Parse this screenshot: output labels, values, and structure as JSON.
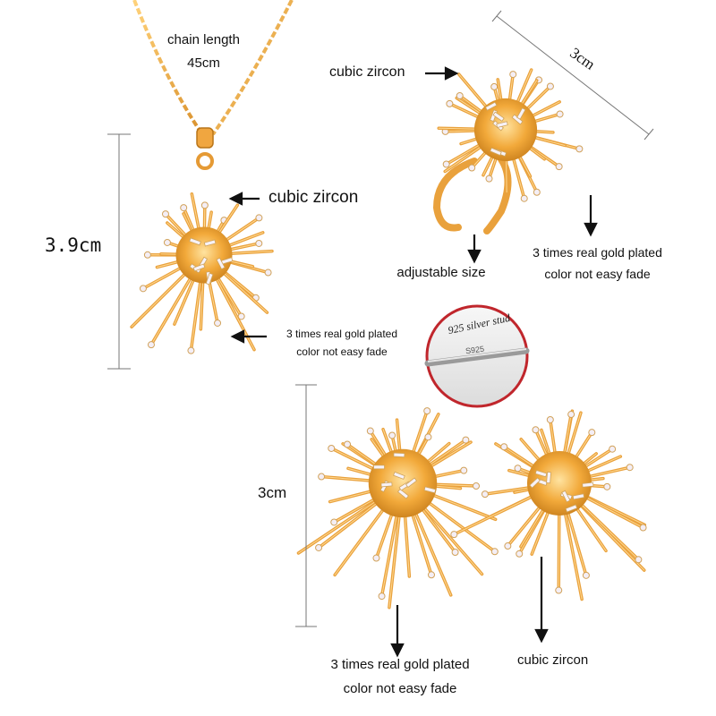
{
  "necklace": {
    "chain_label_1": "chain length",
    "chain_label_2": "45cm",
    "height_label": "3.9cm",
    "zircon_label": "cubic zircon",
    "plating_label_1": "3 times real gold plated",
    "plating_label_2": "color not easy fade"
  },
  "ring": {
    "zircon_label": "cubic zircon",
    "width_label": "3cm",
    "adjustable_label": "adjustable size",
    "plating_label_1": "3 times real gold plated",
    "plating_label_2": "color not easy fade"
  },
  "earrings": {
    "stud_label": "925 silver stud",
    "stud_stamp": "S925",
    "height_label": "3cm",
    "plating_label_1": "3 times real gold plated",
    "plating_label_2": "color not easy fade",
    "zircon_label": "cubic zircon"
  },
  "colors": {
    "gold": "#f2a93a",
    "gold_light": "#ffd27a",
    "gold_dark": "#c77d1a",
    "zircon": "#f4eef5",
    "stud_ring": "#c0262c"
  }
}
